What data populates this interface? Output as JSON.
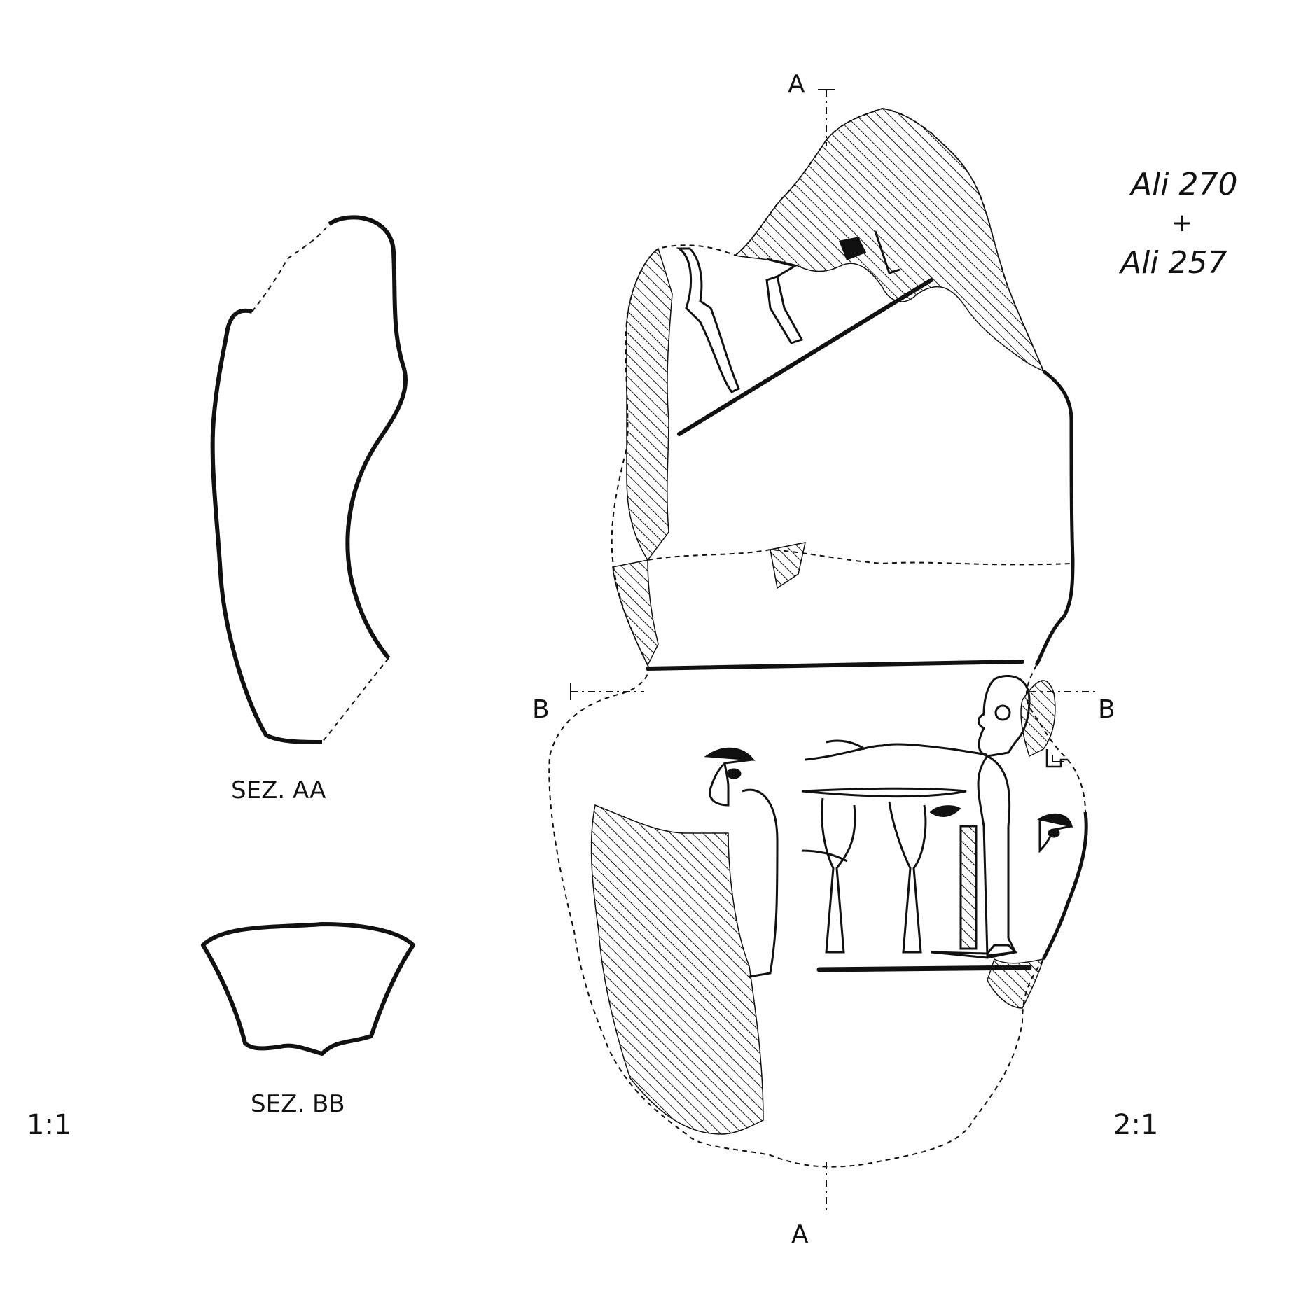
{
  "drawing": {
    "id_line1": "Ali 270",
    "id_plus": "+",
    "id_line2": "Ali 257",
    "section_aa_label": "SEZ. AA",
    "section_bb_label": "SEZ. BB",
    "scale_left": "1:1",
    "scale_right": "2:1",
    "marker_a_top": "A",
    "marker_a_bottom": "A",
    "marker_b_left": "B",
    "marker_b_right": "B",
    "ink_color": "#111111",
    "paper_color": "#ffffff"
  }
}
